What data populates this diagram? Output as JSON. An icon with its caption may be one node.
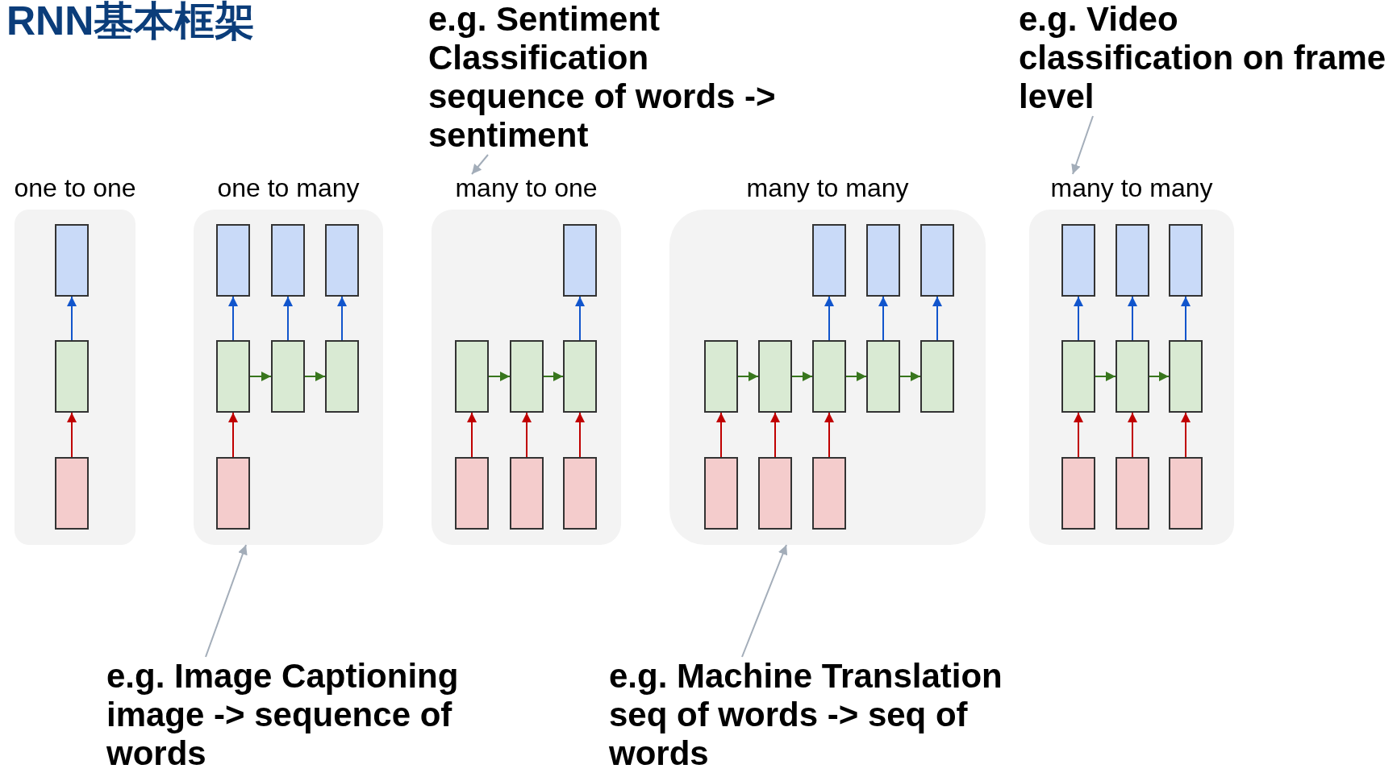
{
  "diagram": {
    "title": "RNN基本框架",
    "nodes": [
      {
        "text": [
          "e.g. Sentiment Classification",
          "sequence of words -> sentiment"
        ]
      },
      {
        "text": [
          "e.g. Video classification on frame level"
        ]
      },
      {
        "text": [
          "one to one"
        ]
      },
      {
        "text": [],
        "shape": "box",
        "in": 2
      },
      {
        "text": [],
        "shape": "box",
        "in": 2
      },
      {
        "text": [],
        "shape": "box",
        "in": 2
      },
      {
        "text": [
          "one to many"
        ]
      },
      {
        "text": [],
        "shape": "box",
        "in": 6
      },
      {
        "text": [],
        "shape": "box",
        "in": 6
      },
      {
        "text": [],
        "shape": "box",
        "in": 6
      },
      {
        "text": [],
        "shape": "box",
        "in": 6
      },
      {
        "text": [],
        "shape": "box",
        "in": 6
      },
      {
        "text": [],
        "shape": "box",
        "in": 6
      },
      {
        "text": [],
        "shape": "box",
        "in": 6
      },
      {
        "text": [
          "many to one"
        ]
      },
      {
        "text": [],
        "shape": "box",
        "in": 14
      },
      {
        "text": [],
        "shape": "box",
        "in": 14
      },
      {
        "text": [],
        "shape": "box",
        "in": 14
      },
      {
        "text": [],
        "shape": "box",
        "in": 14
      },
      {
        "text": [],
        "shape": "box",
        "in": 14
      },
      {
        "text": [],
        "shape": "box",
        "in": 14
      },
      {
        "text": [],
        "shape": "box",
        "in": 14
      },
      {
        "text": [
          "many to many"
        ]
      },
      {
        "text": [],
        "shape": "box",
        "in": 22
      },
      {
        "text": [],
        "shape": "box",
        "in": 22
      },
      {
        "text": [],
        "shape": "box",
        "in": 22
      },
      {
        "text": [],
        "shape": "box",
        "in": 22
      },
      {
        "text": [],
        "shape": "box",
        "in": 22
      },
      {
        "text": [],
        "shape": "box",
        "in": 22
      },
      {
        "text": [],
        "shape": "box",
        "in": 22
      },
      {
        "text": [],
        "shape": "box",
        "in": 22
      },
      {
        "text": [],
        "shape": "box",
        "in": 22
      },
      {
        "text": [],
        "shape": "box",
        "in": 22
      },
      {
        "text": [],
        "shape": "box",
        "in": 22
      },
      {
        "text": [
          "many to many"
        ]
      },
      {
        "text": [],
        "shape": "box",
        "in": 34
      },
      {
        "text": [],
        "shape": "box",
        "in": 34
      },
      {
        "text": [],
        "shape": "box",
        "in": 34
      },
      {
        "text": [],
        "shape": "box",
        "in": 34
      },
      {
        "text": [],
        "shape": "box",
        "in": 34
      },
      {
        "text": [],
        "shape": "box",
        "in": 34
      },
      {
        "text": [],
        "shape": "box",
        "in": 34
      },
      {
        "text": [],
        "shape": "box",
        "in": 34
      },
      {
        "text": [],
        "shape": "box",
        "in": 34
      },
      {
        "text": [
          "e.g. Image Captioning",
          "image -> sequence of words"
        ]
      },
      {
        "text": [
          "e.g. Machine Translation",
          "seq of words -> seq of words"
        ]
      }
    ],
    "edges": [
      {
        "from": 5,
        "to": 4,
        "arrow": "to",
        "color": "#c00000"
      },
      {
        "from": 4,
        "to": 3,
        "arrow": "to",
        "color": "#1155cc"
      },
      {
        "from": 13,
        "to": 10,
        "arrow": "to",
        "color": "#c00000"
      },
      {
        "from": 10,
        "to": 11,
        "arrow": "to",
        "color": "#38761d"
      },
      {
        "from": 11,
        "to": 12,
        "arrow": "to",
        "color": "#38761d"
      },
      {
        "from": 10,
        "to": 7,
        "arrow": "to",
        "color": "#1155cc"
      },
      {
        "from": 11,
        "to": 8,
        "arrow": "to",
        "color": "#1155cc"
      },
      {
        "from": 12,
        "to": 9,
        "arrow": "to",
        "color": "#1155cc"
      },
      {
        "from": 19,
        "to": 16,
        "arrow": "to",
        "color": "#c00000"
      },
      {
        "from": 20,
        "to": 17,
        "arrow": "to",
        "color": "#c00000"
      },
      {
        "from": 21,
        "to": 18,
        "arrow": "to",
        "color": "#c00000"
      },
      {
        "from": 16,
        "to": 17,
        "arrow": "to",
        "color": "#38761d"
      },
      {
        "from": 17,
        "to": 18,
        "arrow": "to",
        "color": "#38761d"
      },
      {
        "from": 18,
        "to": 15,
        "arrow": "to",
        "color": "#1155cc"
      },
      {
        "from": 31,
        "to": 26,
        "arrow": "to",
        "color": "#c00000"
      },
      {
        "from": 32,
        "to": 27,
        "arrow": "to",
        "color": "#c00000"
      },
      {
        "from": 33,
        "to": 28,
        "arrow": "to",
        "color": "#c00000"
      },
      {
        "from": 26,
        "to": 27,
        "arrow": "to",
        "color": "#38761d"
      },
      {
        "from": 27,
        "to": 28,
        "arrow": "to",
        "color": "#38761d"
      },
      {
        "from": 28,
        "to": 29,
        "arrow": "to",
        "color": "#38761d"
      },
      {
        "from": 29,
        "to": 30,
        "arrow": "to",
        "color": "#38761d"
      },
      {
        "from": 28,
        "to": 23,
        "arrow": "to",
        "color": "#1155cc"
      },
      {
        "from": 29,
        "to": 24,
        "arrow": "to",
        "color": "#1155cc"
      },
      {
        "from": 30,
        "to": 25,
        "arrow": "to",
        "color": "#1155cc"
      },
      {
        "from": 41,
        "to": 38,
        "arrow": "to",
        "color": "#c00000"
      },
      {
        "from": 42,
        "to": 39,
        "arrow": "to",
        "color": "#c00000"
      },
      {
        "from": 43,
        "to": 40,
        "arrow": "to",
        "color": "#c00000"
      },
      {
        "from": 38,
        "to": 39,
        "arrow": "to",
        "color": "#38761d"
      },
      {
        "from": 39,
        "to": 40,
        "arrow": "to",
        "color": "#38761d"
      },
      {
        "from": 38,
        "to": 35,
        "arrow": "to",
        "color": "#1155cc"
      },
      {
        "from": 39,
        "to": 36,
        "arrow": "to",
        "color": "#1155cc"
      },
      {
        "from": 40,
        "to": 37,
        "arrow": "to",
        "color": "#1155cc"
      },
      {
        "from": 0,
        "to": 14,
        "arrow": "to",
        "color": "#a3adb9"
      },
      {
        "from": 1,
        "to": 34,
        "arrow": "to",
        "color": "#a3adb9"
      },
      {
        "from": 44,
        "to": 6,
        "arrow": "to",
        "color": "#a3adb9"
      },
      {
        "from": 45,
        "to": 22,
        "arrow": "to",
        "color": "#a3adb9"
      }
    ]
  }
}
